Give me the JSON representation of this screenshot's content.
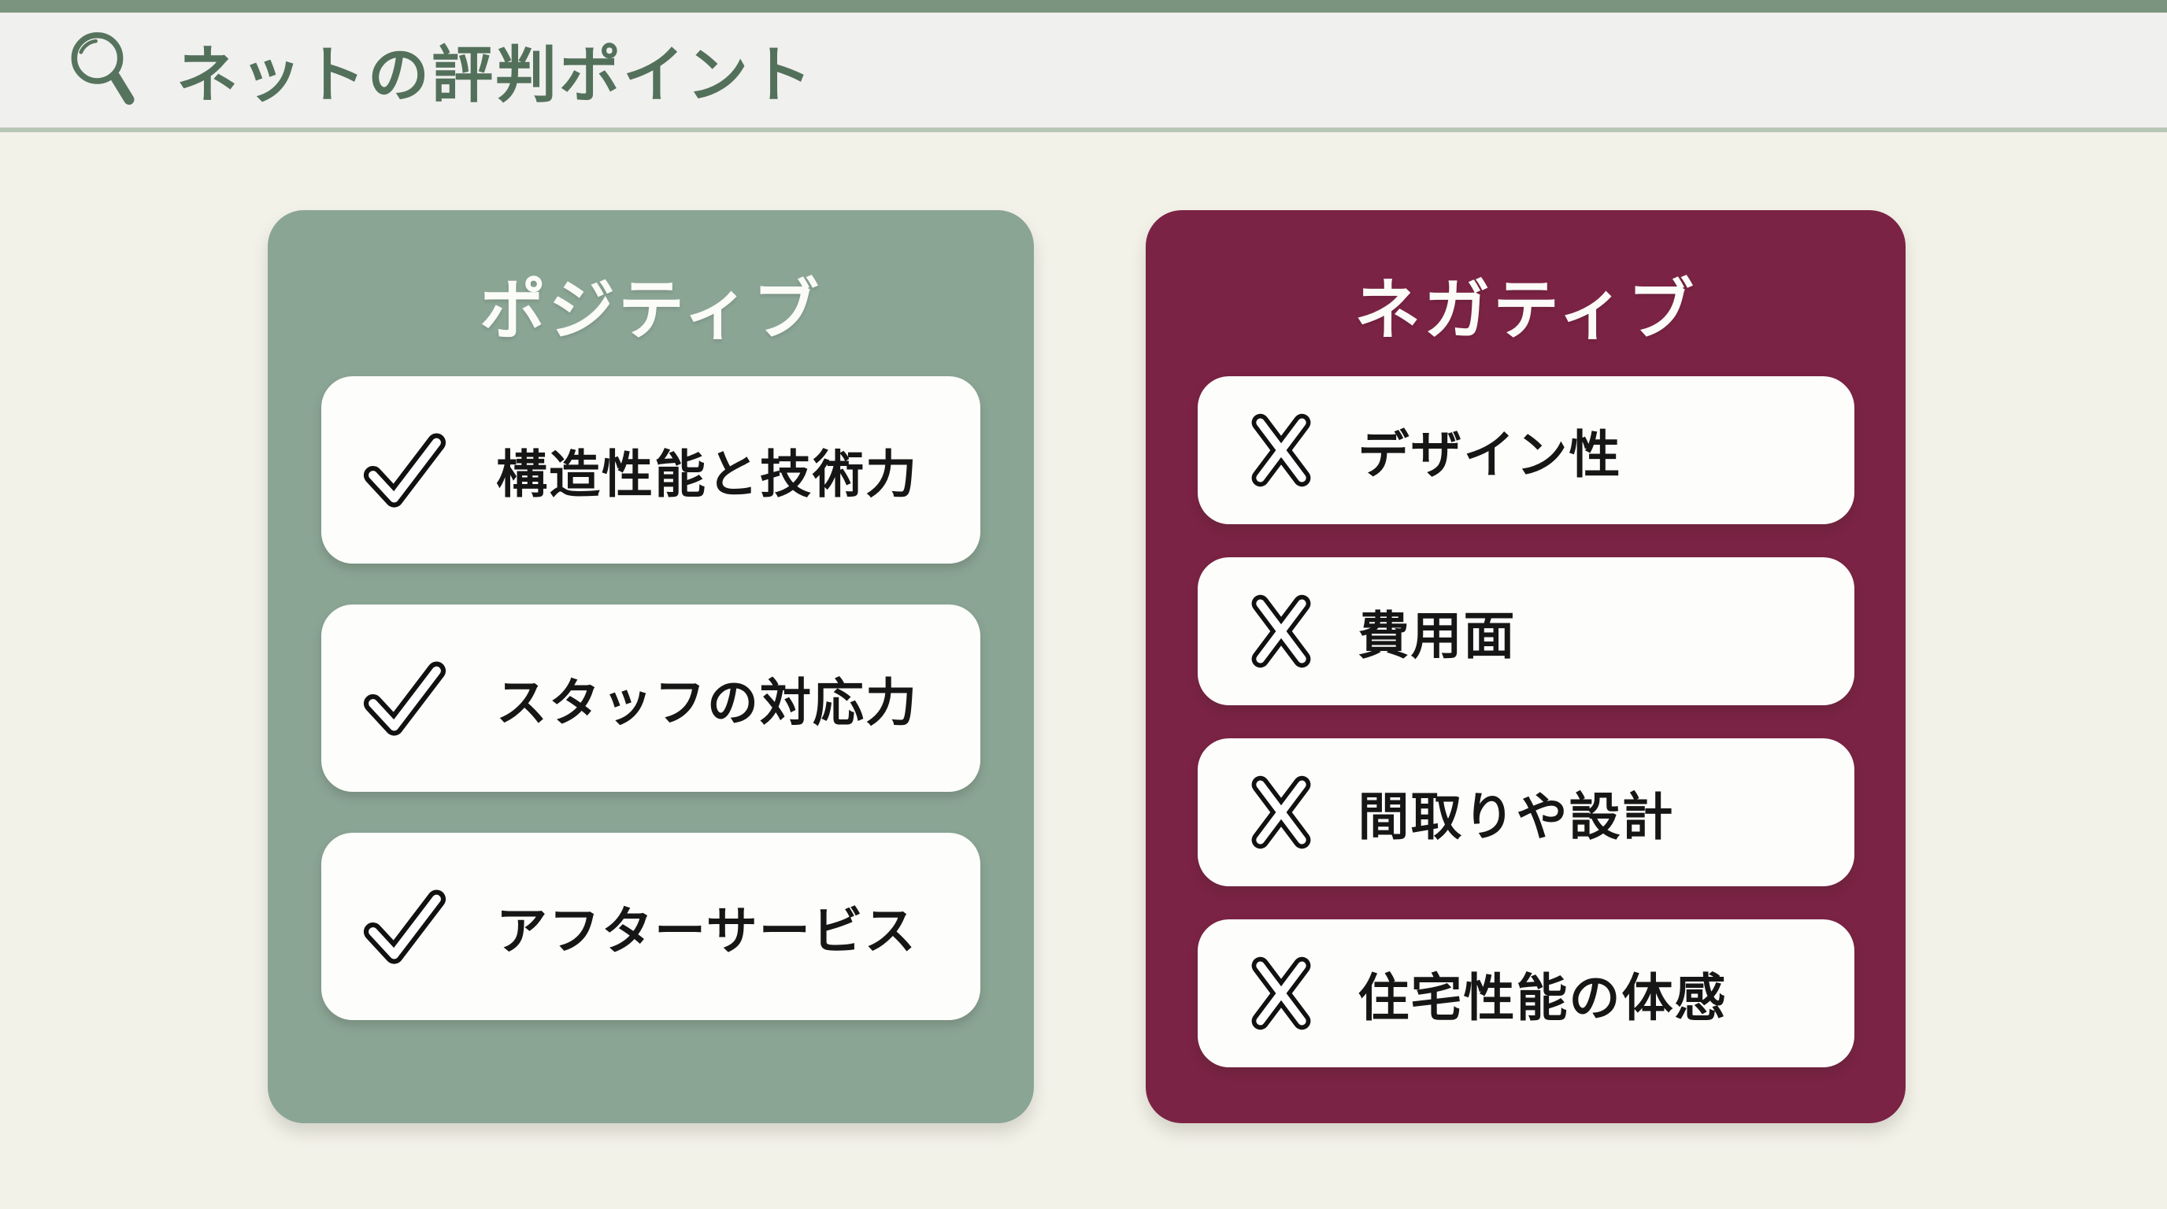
{
  "header": {
    "title": "ネットの評判ポイント",
    "icon": "magnifier-icon"
  },
  "columns": {
    "positive": {
      "title": "ポジティブ",
      "accent_color": "#8ba595",
      "item_icon": "check-icon",
      "items": [
        {
          "label": "構造性能と技術力"
        },
        {
          "label": "スタッフの対応力"
        },
        {
          "label": "アフターサービス"
        }
      ]
    },
    "negative": {
      "title": "ネガティブ",
      "accent_color": "#7b2344",
      "item_icon": "cross-icon",
      "items": [
        {
          "label": "デザイン性"
        },
        {
          "label": "費用面"
        },
        {
          "label": "間取りや設計"
        },
        {
          "label": "住宅性能の体感"
        }
      ]
    }
  },
  "colors": {
    "page_background": "#f3f2e9",
    "top_strip": "#7b947f",
    "header_background": "#f0f0ee",
    "header_divider": "#b8c6b6",
    "header_text": "#53705b",
    "item_background": "#fdfdfb",
    "item_text": "#161616",
    "card_title_text": "#fbfbf8"
  }
}
